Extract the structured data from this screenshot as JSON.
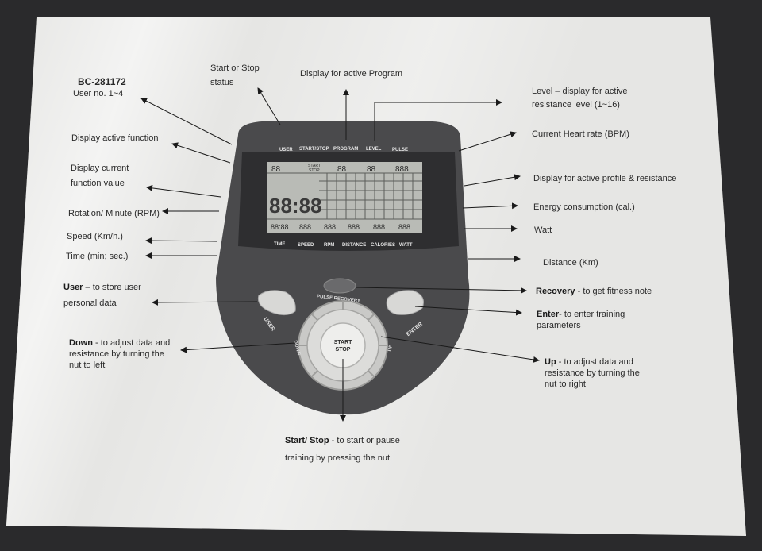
{
  "model": {
    "code": "BC-281172",
    "users": "User no. 1~4"
  },
  "labels": {
    "start_stop_status_1": "Start or Stop",
    "start_stop_status_2": "status",
    "active_program": "Display for active Program",
    "level_1": "Level – display for active",
    "level_2": "resistance level (1~16)",
    "heart_rate": "Current Heart rate (BPM)",
    "active_function": "Display active function",
    "current_value_1": "Display current",
    "current_value_2": "function value",
    "profile": "Display for active profile & resistance",
    "rpm": "Rotation/ Minute (RPM)",
    "energy": "Energy consumption (cal.)",
    "watt": "Watt",
    "speed": "Speed (Km/h.)",
    "time": "Time (min; sec.)",
    "distance": "Distance (Km)",
    "user_bold": "User",
    "user_rest": " – to store user",
    "user_2": "personal data",
    "recovery_bold": "Recovery",
    "recovery_rest": "   - to get fitness note",
    "enter_bold": "Enter",
    "enter_rest": "- to enter training",
    "enter_2": "parameters",
    "down_bold": "Down",
    "down_rest": " - to adjust data and",
    "down_2": "resistance by turning the",
    "down_3": "nut to left",
    "up_bold": "Up",
    "up_rest": " - to adjust data and",
    "up_2": "resistance by turning the",
    "up_3": "nut to right",
    "startstop_bold": "Start/ Stop",
    "startstop_rest": " - to start or pause",
    "startstop_2": "training by pressing the nut"
  },
  "console": {
    "top_labels": [
      "USER",
      "START/STOP",
      "PROGRAM",
      "LEVEL",
      "PULSE"
    ],
    "bottom_labels": [
      "TIME",
      "SPEED",
      "RPM",
      "DISTANCE",
      "CALORIES",
      "WATT"
    ],
    "lcd_start": "START",
    "lcd_stop": "STOP",
    "lcd_big": "88:88",
    "lcd_small": [
      "88",
      "88",
      "88",
      "888"
    ],
    "lcd_bottom": [
      "88:88",
      "888",
      "888",
      "888",
      "888",
      "888"
    ],
    "pulse_recovery": "PULSE RECOVERY",
    "user_button": "USER",
    "enter_button": "ENTER",
    "down_label": "DOWN",
    "up_label": "UP",
    "knob_1": "START",
    "knob_2": "STOP"
  },
  "colors": {
    "paper": "#f1f1ef",
    "console_body": "#4a4a4c",
    "lcd": "#b9bbb6",
    "background": "#2a2a2c"
  }
}
